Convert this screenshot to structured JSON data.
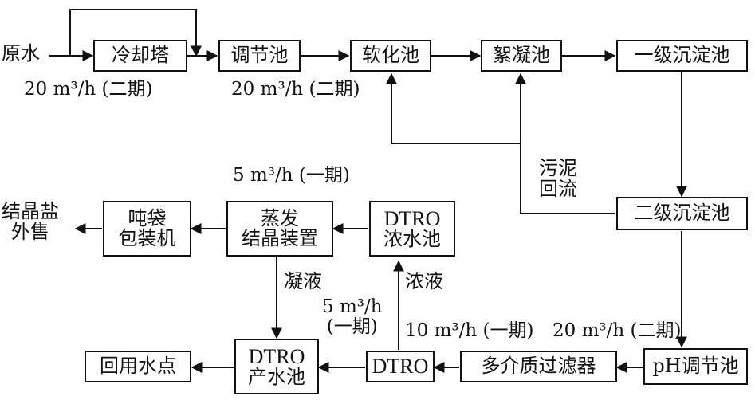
{
  "nodes": {
    "raw_water": "原水",
    "cooling_tower": "冷却塔",
    "regulating_tank": "调节池",
    "softening_tank": "软化池",
    "flocculation_tank": "絮凝池",
    "primary_settling": "一级沉淀池",
    "secondary_settling": "二级沉淀池",
    "ph_tank": "pH调节池",
    "multimedia_filter": "多介质过滤器",
    "dtro": "DTRO",
    "dtro_product_line1": "DTRO",
    "dtro_product_line2": "产水池",
    "reuse_point": "回用水点",
    "dtro_conc_line1": "DTRO",
    "dtro_conc_line2": "浓水池",
    "evaporator_line1": "蒸发",
    "evaporator_line2": "结晶装置",
    "packing_line1": "吨袋",
    "packing_line2": "包装机",
    "salt_line1": "结晶盐",
    "salt_line2": "外售"
  },
  "labels": {
    "rate_raw": "20 m³/h (二期)",
    "rate_regulating": "20 m³/h (二期)",
    "sludge_line1": "污泥",
    "sludge_line2": "回流",
    "rate_evap": "5 m³/h (一期)",
    "condensate": "凝液",
    "concentrate": "浓液",
    "rate_dtro_line1": "5 m³/h",
    "rate_dtro_line2": "(一期)",
    "rate_filter_left": "10 m³/h (一期)",
    "rate_filter_right": "20 m³/h (二期)"
  },
  "colors": {
    "line": "#111111",
    "box_border": "#111111",
    "text": "#111111"
  }
}
